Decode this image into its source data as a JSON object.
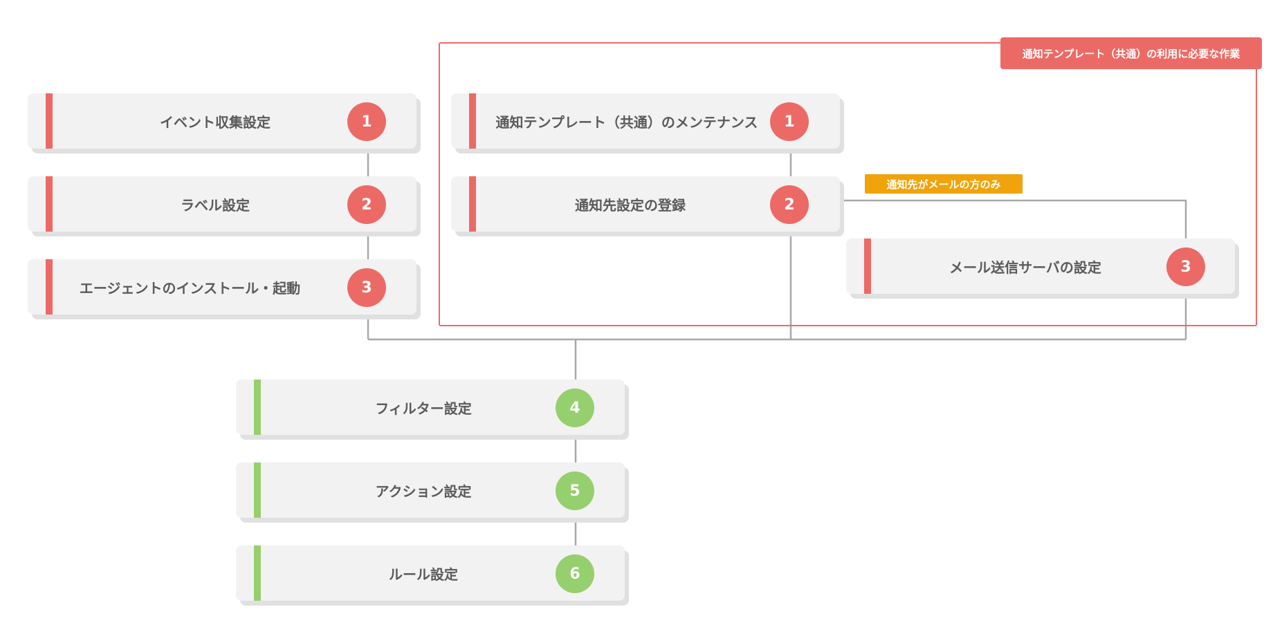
{
  "colors": {
    "required": "#ec6a66",
    "subsequent": "#95cf6e",
    "note": "#f0a30a",
    "connector": "#a8a8a8",
    "card": "#f2f2f2"
  },
  "group": {
    "title": "通知テンプレート（共通）の利用に必要な作業",
    "note": "通知先がメールの方のみ",
    "steps": [
      {
        "label": "通知テンプレート（共通）のメンテナンス",
        "number": "1"
      },
      {
        "label": "通知先設定の登録",
        "number": "2"
      },
      {
        "label": "メール送信サーバの設定",
        "number": "3"
      }
    ]
  },
  "left_steps": [
    {
      "label": "イベント収集設定",
      "number": "1"
    },
    {
      "label": "ラベル設定",
      "number": "2"
    },
    {
      "label": "エージェントのインストール・起動",
      "number": "3"
    }
  ],
  "bottom_steps": [
    {
      "label": "フィルター設定",
      "number": "4"
    },
    {
      "label": "アクション設定",
      "number": "5"
    },
    {
      "label": "ルール設定",
      "number": "6"
    }
  ]
}
